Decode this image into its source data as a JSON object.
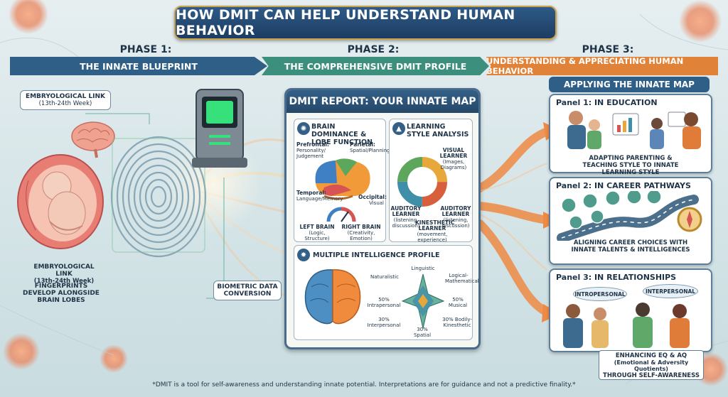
{
  "title": "HOW DMIT CAN HELP UNDERSTAND HUMAN BEHAVIOR",
  "phases": [
    {
      "label": "PHASE 1:",
      "banner": "THE INNATE BLUEPRINT"
    },
    {
      "label": "PHASE 2:",
      "banner": "THE COMPREHENSIVE DMIT PROFILE"
    },
    {
      "label": "PHASE 3:",
      "banner": "UNDERSTANDING & APPRECIATING HUMAN BEHAVIOR"
    }
  ],
  "phase1": {
    "link_top_title": "EMBRYOLOGICAL LINK",
    "link_top_sub": "(13th-24th Week)",
    "link_bottom_title": "EMBRYOLOGICAL LINK",
    "link_bottom_sub": "(13th-24th Week)",
    "fingerprints_text": "FINGERPRINTS DEVELOP ALONGSIDE BRAIN LOBES",
    "biometric_text": "BIOMETRIC DATA CONVERSION"
  },
  "report": {
    "title": "DMIT REPORT: YOUR INNATE MAP",
    "brain_panel": {
      "title": "BRAIN DOMINANCE & LOBE FUNCTION",
      "prefrontal": "Prefrontal:",
      "prefrontal_sub": "Personality/ Judgement",
      "parietal": "Parietal:",
      "parietal_sub": "Spatial/Planning",
      "temporal": "Temporal:",
      "temporal_sub": "Language/Memory",
      "occipital": "Occipital:",
      "occipital_sub": "Visual",
      "left_brain": "LEFT BRAIN",
      "left_brain_sub": "(Logic, Structure)",
      "right_brain": "RIGHT BRAIN",
      "right_brain_sub": "(Creativity, Emotion)"
    },
    "learning_panel": {
      "title": "LEARNING STYLE ANALYSIS",
      "visual": "VISUAL LEARNER",
      "visual_sub": "(Images, Diagrams)",
      "auditory_left": "AUDITORY LEARNER",
      "auditory_left_sub": "(listening, discussion)",
      "auditory_right": "AUDITORY LEARNER",
      "auditory_right_sub": "(listening, discussion)",
      "kinesthetic": "KINESTHETIC LEARNER",
      "kinesthetic_sub": "(movement, experience)"
    },
    "mi_panel": {
      "title": "MULTIPLE INTELLIGENCE PROFILE",
      "linguistic": "Linguistic",
      "naturalistic": "Naturalistic",
      "logical": "Logical-Mathematical",
      "intrapersonal": "50% Intrapersonal",
      "musical": "50% Musical",
      "interpersonal": "30% Interpersonal",
      "bodily": "30% Bodily-Kinesthetic",
      "spatial": "30% Spatial"
    }
  },
  "phase3": {
    "heading": "APPLYING THE INNATE MAP",
    "panel1": {
      "title": "Panel 1: IN EDUCATION",
      "caption": "ADAPTING PARENTING & TEACHING STYLE TO INNATE LEARNING STYLE"
    },
    "panel2": {
      "title": "Panel 2: IN CAREER PATHWAYS",
      "caption": "ALIGNING CAREER CHOICES WITH INNATE TALENTS & INTELLIGENCES"
    },
    "panel3": {
      "title": "Panel 3: IN RELATIONSHIPS",
      "bubble_left": "INTROPERSONAL",
      "bubble_right": "INTERPERSONAL"
    },
    "eq_aq_title": "ENHANCING EQ & AQ",
    "eq_aq_sub": "(Emotional & Adversity Quotients)",
    "eq_aq_end": "THROUGH SELF-AWARENESS"
  },
  "footer": "*DMIT is a tool for self-awareness and understanding innate potential. Interpretations are for guidance and not a predictive finality.*",
  "colors": {
    "navy": "#2f5e86",
    "teal": "#3b8f7c",
    "orange": "#e08238"
  }
}
